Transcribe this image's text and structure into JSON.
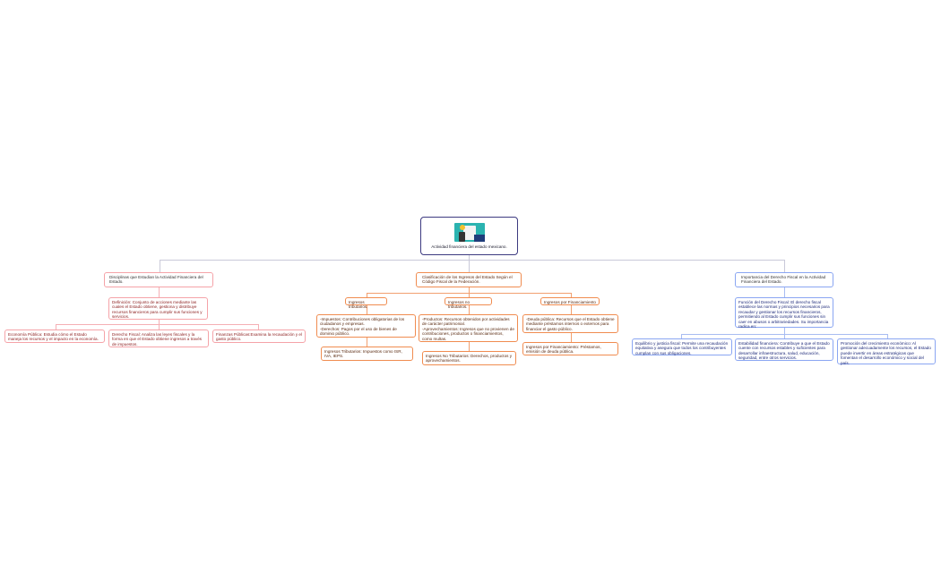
{
  "root": {
    "title": "Actividad financiera del estado mexicano.",
    "image": "finance-illustration"
  },
  "colors": {
    "root": "#3d3a80",
    "left": "#f5a3a8",
    "middle": "#f08c50",
    "right": "#8aa6f2"
  },
  "left": {
    "title": "Disciplinas que Estudian la Actividad Financiera del Estado.",
    "definition": "Definición: Conjunto de acciones mediante las cuales el Estado obtiene, gestiona y distribuye recursos financieros para cumplir sus funciones y servicios.",
    "children": [
      "Economía Pública: Estudia cómo el Estado maneja los recursos y el impacto en la economía.",
      "Derecho Fiscal: Analiza las leyes fiscales y la forma en que el Estado obtiene ingresos a través de impuestos.",
      "Finanzas Públicas:Examina la recaudación y el gasto público."
    ]
  },
  "middle": {
    "title": "Clasificación de los Ingresos del Estado Según el Código Fiscal de la Federación.",
    "groups": [
      {
        "label": "Ingresos tributarios.",
        "detail": "-Impuestos: Contribuciones obligatorias de los ciudadanos y empresas.\n-Derechos: Pagos por el uso de bienes de dominio público.",
        "summary": "Ingresos Tributarios: Impuestos como ISR, IVA, IEPS."
      },
      {
        "label": "Ingresos no tributarios.",
        "detail": "-Productos: Recursos obtenidos por actividades de carácter patrimonial.\n-Aprovechamientos: Ingresos que no provienen de contribuciones, productos o financiamientos, como multas.",
        "summary": "Ingresos No Tributarios: Derechos, productos y aprovechamientos."
      },
      {
        "label": "Ingresos por Financiamiento",
        "detail": "-Deuda pública: Recursos que el Estado obtiene mediante préstamos internos o externos para financiar el gasto público.",
        "summary": "Ingresos por Financiamiento: Préstamos, emisión de deuda pública."
      }
    ]
  },
  "right": {
    "title": "Importancia del Derecho Fiscal en la Actividad Financiera del Estado.",
    "definition": "Función del Derecho Fiscal: El derecho fiscal establece las normas y principios necesarios para recaudar y gestionar los recursos financieros, permitiendo al Estado cumplir sus funciones sin caer en abusos o arbitrariedades. Su importancia radica en:",
    "children": [
      "Equilibrio y justicia fiscal: Permite una recaudación equitativa y asegura que todos los contribuyentes cumplan con sus obligaciones.",
      "Estabilidad financiera: Contribuye a que el Estado cuente con recursos estables y suficientes para desarrollar infraestructura, salud, educación, seguridad, entre otros servicios.",
      "Promoción del crecimiento económico: Al gestionar adecuadamente los recursos, el Estado puede invertir en áreas estratégicas que fomentan el desarrollo económico y social del país."
    ]
  }
}
